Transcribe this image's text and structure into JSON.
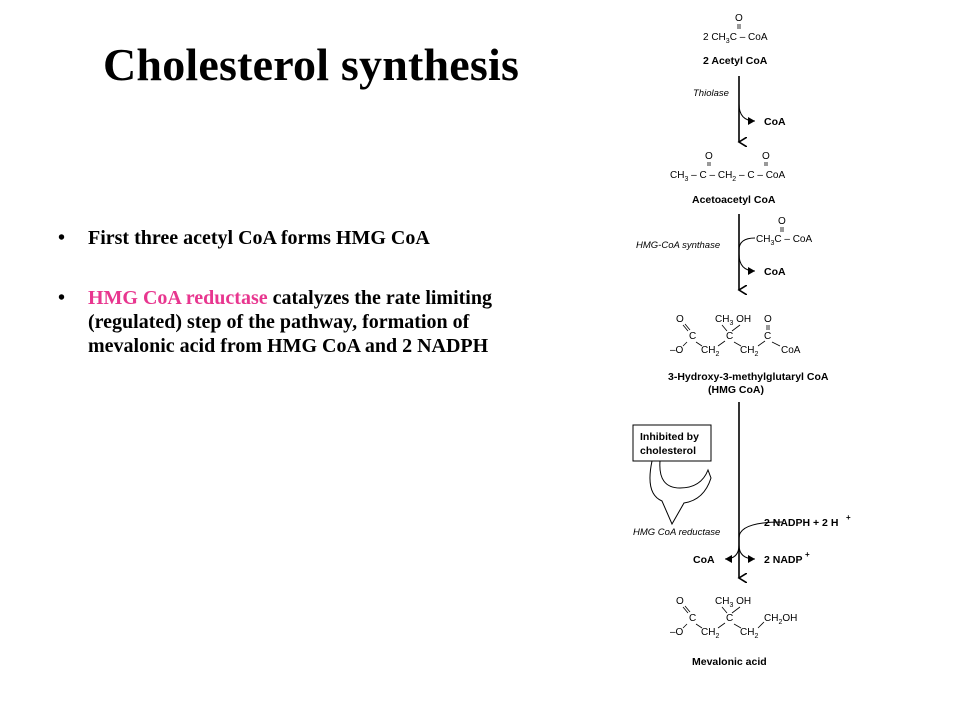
{
  "slide": {
    "title": "Cholesterol synthesis",
    "bullets": [
      {
        "plain": "First three acetyl CoA forms HMG CoA"
      },
      {
        "highlight": "HMG CoA reductase",
        "rest": " catalyzes the rate limiting (regulated) step of the pathway, formation of mevalonic acid from HMG CoA and 2 NADPH"
      }
    ],
    "bullet_symbol": "•",
    "highlight_color": "#e8368f"
  },
  "pathway": {
    "acetyl": {
      "formula_pre": "2 CH",
      "formula_sub": "3",
      "formula_post": "C – CoA",
      "carbonyl": "O",
      "name": "2 Acetyl CoA"
    },
    "step1": {
      "enzyme": "Thiolase",
      "byproduct": "CoA"
    },
    "acetoacetyl": {
      "ch3": "CH",
      "ch3_sub": "3",
      "dash1": "–",
      "c1": "C",
      "dash2": "–",
      "ch2": "CH",
      "ch2_sub": "2",
      "dash3": "–",
      "c2": "C",
      "coa": "CoA",
      "o1": "O",
      "o2": "O",
      "name": "Acetoacetyl CoA"
    },
    "step2": {
      "enzyme": "HMG-CoA synthase",
      "input_pre": "CH",
      "input_sub": "3",
      "input_c": "C",
      "input_coa": "– CoA",
      "input_o": "O",
      "byproduct": "CoA"
    },
    "hmg": {
      "o_left": "O",
      "c_left": "C",
      "o_minus": "–O",
      "ch2_a": "CH",
      "ch2_a_sub": "2",
      "ch3": "CH",
      "ch3_sub": "3",
      "oh": "OH",
      "c_center": "C",
      "ch2_b": "CH",
      "ch2_b_sub": "2",
      "c_right": "C",
      "o_right": "O",
      "coa": "CoA",
      "name_line1": "3-Hydroxy-3-methylglutaryl CoA",
      "name_line2": "(HMG CoA)"
    },
    "inhibition": {
      "line1": "Inhibited by",
      "line2": "cholesterol"
    },
    "step3": {
      "enzyme": "HMG CoA reductase",
      "cofactor_in": "2 NADPH + 2 H",
      "cofactor_in_sup": "+",
      "coa_out": "CoA",
      "cofactor_out": "2 NADP",
      "cofactor_out_sup": "+"
    },
    "mevalonic": {
      "o_left": "O",
      "c_left": "C",
      "o_minus": "–O",
      "ch2_a": "CH",
      "ch2_a_sub": "2",
      "ch3": "CH",
      "ch3_sub": "3",
      "oh": "OH",
      "c_center": "C",
      "ch2_b": "CH",
      "ch2_b_sub": "2",
      "ch2oh": "CH",
      "ch2oh_sub": "2",
      "ch2oh_tail": "OH",
      "name": "Mevalonic acid"
    }
  }
}
